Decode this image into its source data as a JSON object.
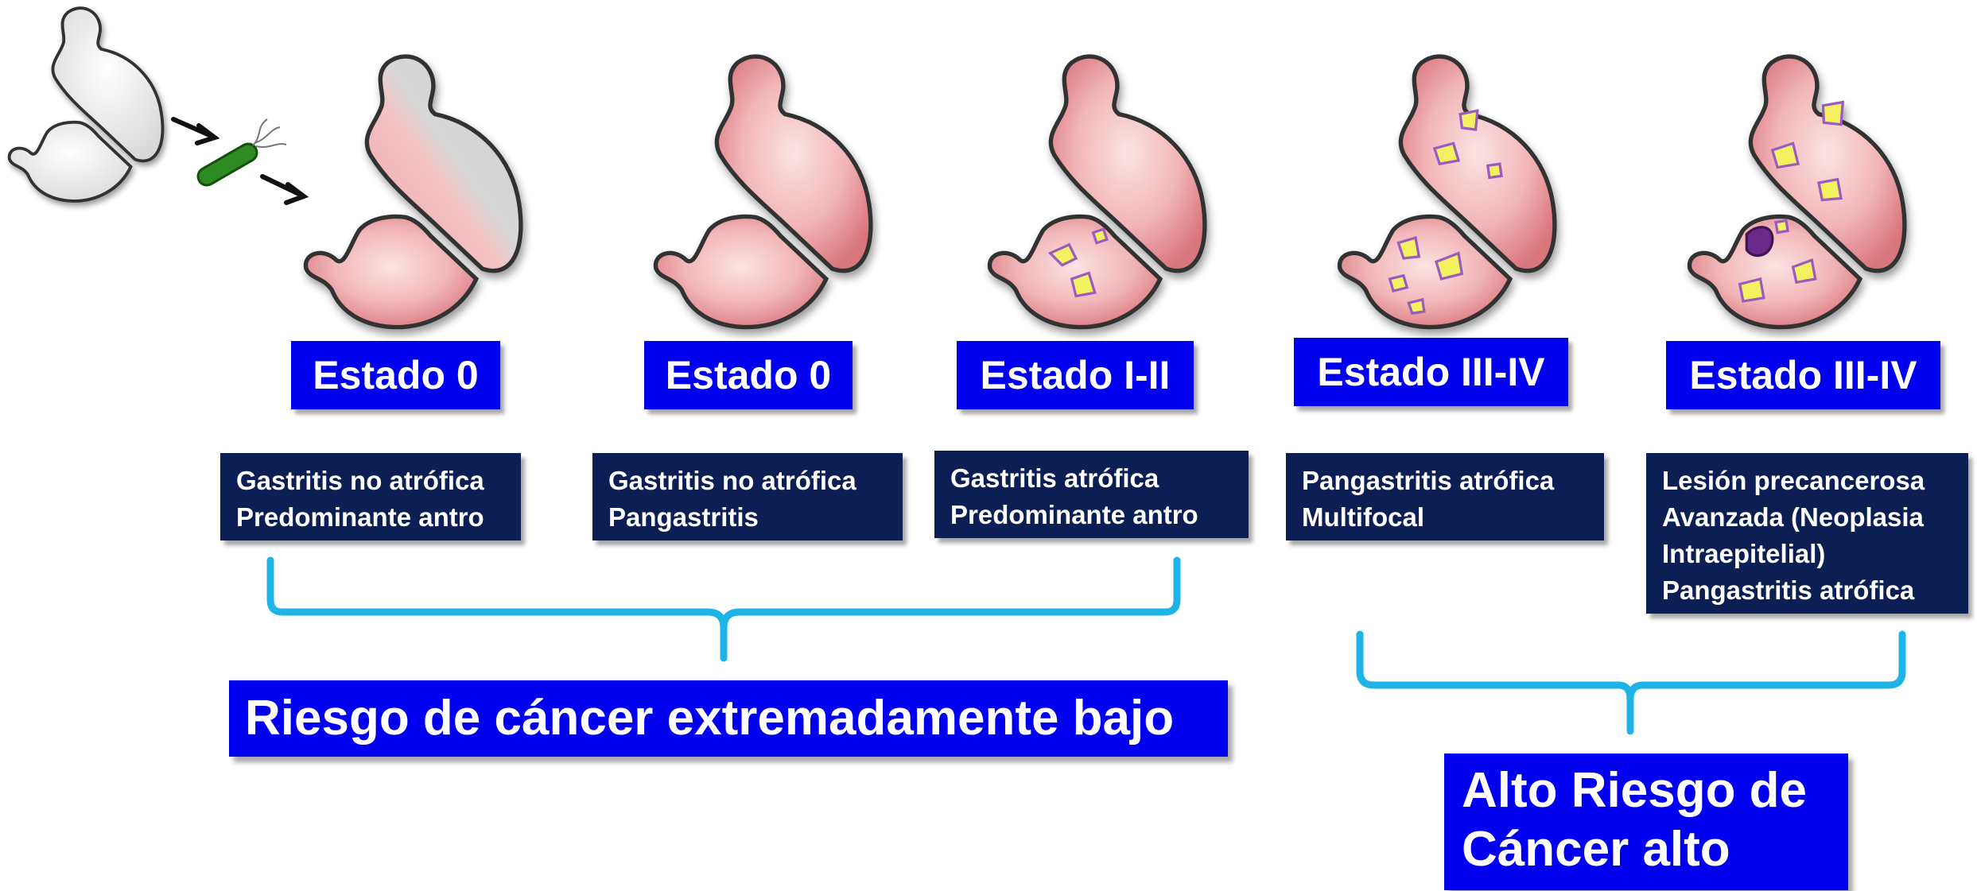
{
  "colors": {
    "stage_box": "#0000ee",
    "desc_box": "#0b1f55",
    "brace": "#1eb4e8",
    "stomach_pink": "#e99a9f",
    "lesion_yellow": "#f4f160",
    "lesion_purple": "#7a3fa0"
  },
  "stages": [
    {
      "label": "Estado 0",
      "description": [
        "Gastritis no atrófica",
        "Predominante antro"
      ]
    },
    {
      "label": "Estado 0",
      "description": [
        "Gastritis no atrófica",
        "Pangastritis"
      ]
    },
    {
      "label": "Estado I-II",
      "description": [
        "Gastritis atrófica",
        "Predominante antro"
      ]
    },
    {
      "label": "Estado III-IV",
      "description": [
        "Pangastritis atrófica",
        "Multifocal"
      ]
    },
    {
      "label": "Estado III-IV",
      "description": [
        "Lesión precancerosa",
        "Avanzada (Neoplasia",
        "Intraepitelial)",
        "Pangastritis atrófica"
      ]
    }
  ],
  "risk_groups": {
    "low": {
      "lines": [
        "Riesgo de cáncer extremadamente bajo"
      ]
    },
    "high": {
      "lines": [
        "Alto Riesgo de",
        "Cáncer alto"
      ]
    }
  },
  "icons": [
    "healthy-stomach-icon",
    "h-pylori-bacterium-icon",
    "arrow-icon",
    "stomach-icon"
  ]
}
